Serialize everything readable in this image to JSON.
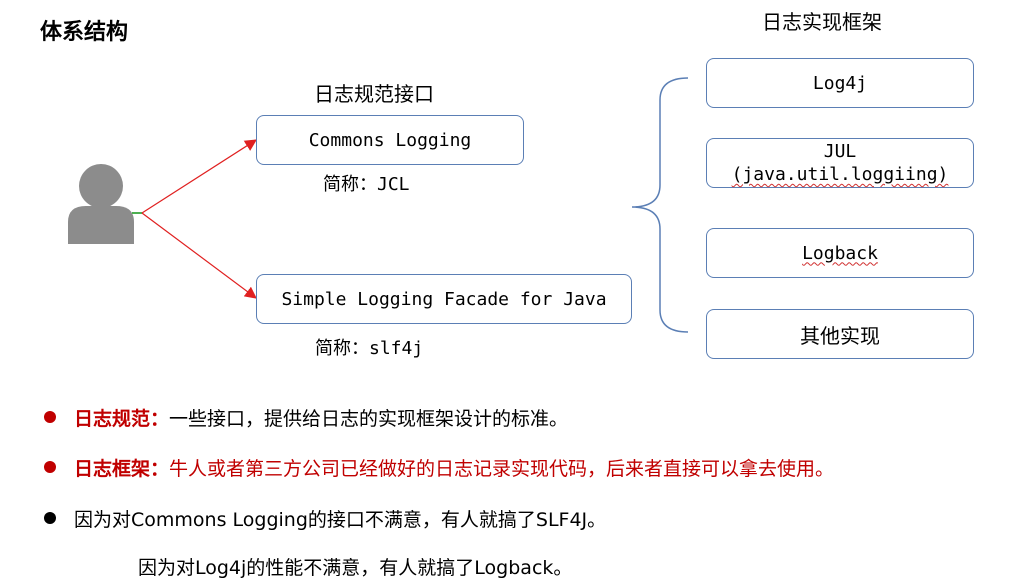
{
  "title": "体系结构",
  "spec": {
    "header": "日志规范接口",
    "items": [
      {
        "label": "Commons Logging",
        "abbr_prefix": "简称：",
        "abbr_value": "JCL"
      },
      {
        "label": "Simple Logging Facade for Java",
        "abbr_prefix": "简称：",
        "abbr_value": "slf4j"
      }
    ]
  },
  "impl": {
    "header": "日志实现框架",
    "items": [
      {
        "label": "Log4j"
      },
      {
        "label_line1": "JUL",
        "label_line2": "(java.util.loggiing)"
      },
      {
        "label": "Logback"
      },
      {
        "label": "其他实现"
      }
    ]
  },
  "bullets": [
    {
      "term": "日志规范：",
      "text": "一些接口，提供给日志的实现框架设计的标准。",
      "term_color": "#c00000",
      "text_color": "#000000"
    },
    {
      "term": "日志框架：",
      "text": "牛人或者第三方公司已经做好的日志记录实现代码，后来者直接可以拿去使用。",
      "term_color": "#c00000",
      "text_color": "#c00000"
    },
    {
      "text": "因为对Commons Logging的接口不满意，有人就搞了SLF4J。"
    },
    {
      "text": "因为对Log4j的性能不满意，有人就搞了Logback。"
    }
  ],
  "icons": {
    "user": "user-silhouette-icon",
    "bullet": "filled-circle-icon",
    "brace": "left-curly-brace"
  },
  "colors": {
    "box_border": "#5b7fb5",
    "arrow": "#e02020",
    "accent_red": "#c00000",
    "user_gray": "#8c8c8c"
  }
}
